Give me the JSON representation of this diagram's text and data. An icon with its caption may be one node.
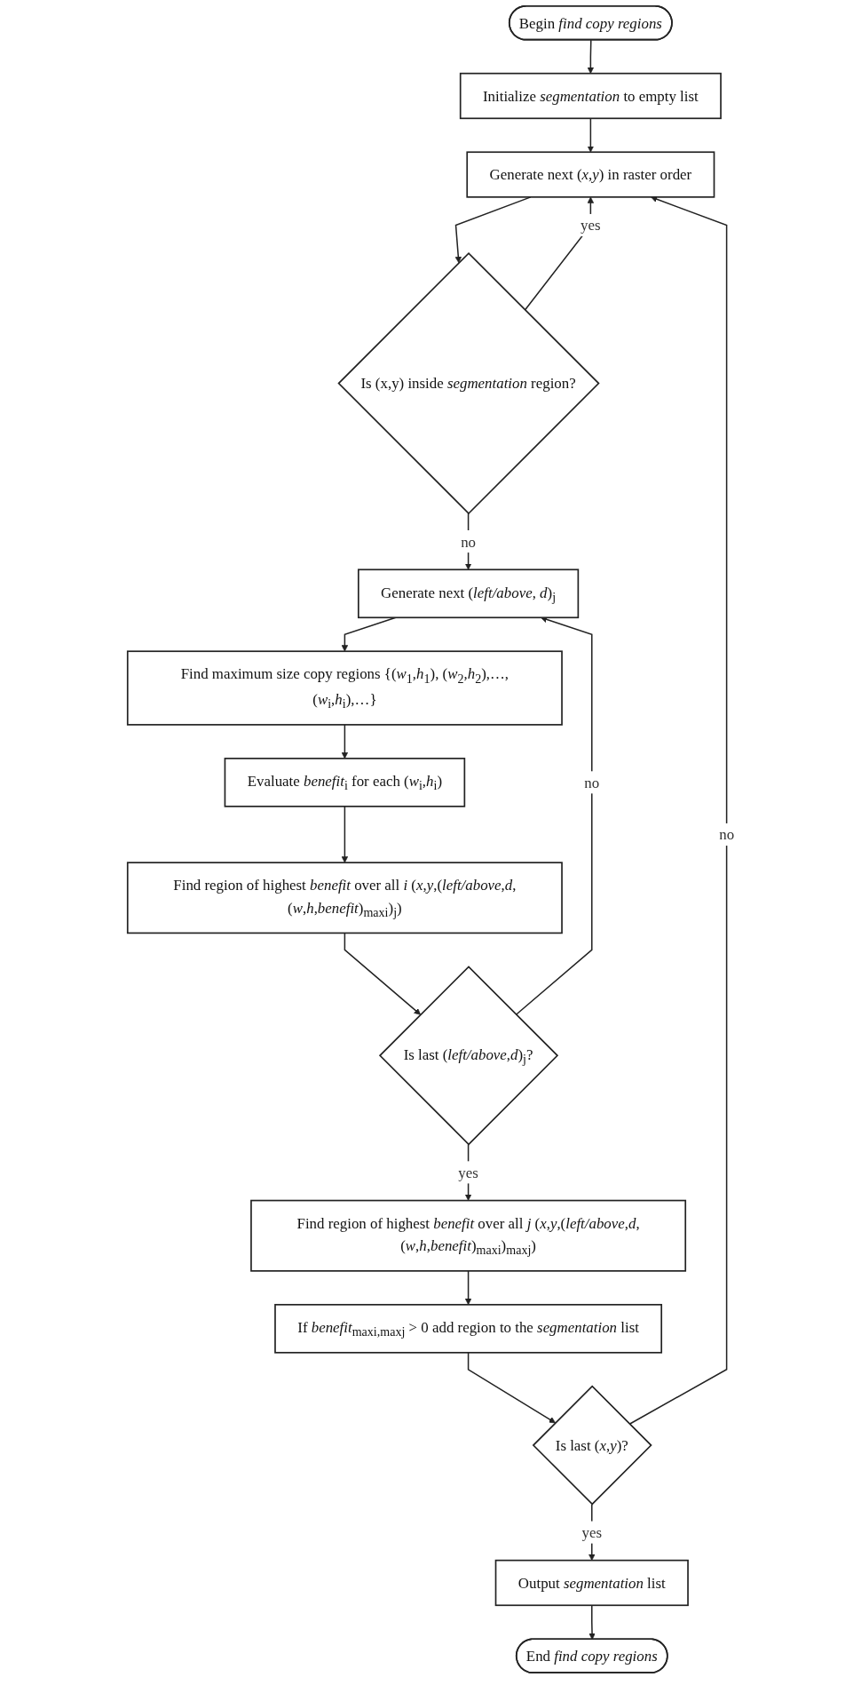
{
  "diagram": {
    "nodes": [
      {
        "text": [
          "Begin *find copy regions*"
        ]
      },
      {
        "text": [
          "Initialize *segmentation* to empty list"
        ]
      },
      {
        "text": [
          "Generate next (*x*,*y*) in raster order"
        ]
      },
      {
        "text": [
          "Is (x,y) inside *segmentation* region?"
        ]
      },
      {
        "text": [
          "Generate next (*left/above*, *d*)$_{j}$"
        ]
      },
      {
        "text": [
          "Find maximum size copy regions {(*w*$_{1}$,*h*$_{1}$), (*w*$_{2}$,*h*$_{2}$),…,(*w*$_{i}$,*h*$_{i}$),…}"
        ]
      },
      {
        "text": [
          "Evaluate *benefit*$_{i}$ for each (*w*$_{i}$,*h*$_{i}$)"
        ]
      },
      {
        "text": [
          "Find region of highest *benefit* over all *i* (*x*,*y*,(*left/above*,*d*,(*w*,*h*,*benefit*)$_{maxi}$)$_{j}$)"
        ]
      },
      {
        "text": [
          "Is last (*left/above*,*d*)$_{j}$?"
        ]
      },
      {
        "text": [
          "Find region of highest *benefit* over all *j* (*x*,*y*,(*left/above*,*d*,(*w*,*h*,*benefit*)$_{maxi}$)$_{maxj}$)"
        ]
      },
      {
        "text": [
          "If *benefit*$_{maxi,maxj}$ > 0 add region to the *segmentation* list"
        ]
      },
      {
        "text": [
          "Is last (*x*,*y*)?"
        ]
      },
      {
        "text": [
          "Output *segmentation* list"
        ]
      },
      {
        "text": [
          "End *find copy regions*"
        ]
      }
    ],
    "edges": [
      {
        "from": 0,
        "to": 1,
        "arrow": "to"
      },
      {
        "from": 1,
        "to": 2,
        "arrow": "to"
      },
      {
        "from": 2,
        "to": 3,
        "arrow": "to"
      },
      {
        "from": 3,
        "to": 2,
        "arrow": "to",
        "label": "yes"
      },
      {
        "from": 3,
        "to": 4,
        "arrow": "to",
        "label": "no"
      },
      {
        "from": 4,
        "to": 5,
        "arrow": "to"
      },
      {
        "from": 5,
        "to": 6,
        "arrow": "to"
      },
      {
        "from": 6,
        "to": 7,
        "arrow": "to"
      },
      {
        "from": 7,
        "to": 8,
        "arrow": "to"
      },
      {
        "from": 8,
        "to": 4,
        "arrow": "to",
        "label": "no"
      },
      {
        "from": 8,
        "to": 9,
        "arrow": "to",
        "label": "yes"
      },
      {
        "from": 9,
        "to": 10,
        "arrow": "to"
      },
      {
        "from": 10,
        "to": 11,
        "arrow": "to"
      },
      {
        "from": 11,
        "to": 2,
        "arrow": "to",
        "label": "no"
      },
      {
        "from": 11,
        "to": 12,
        "arrow": "to",
        "label": "yes"
      },
      {
        "from": 12,
        "to": 13,
        "arrow": "to"
      }
    ]
  }
}
